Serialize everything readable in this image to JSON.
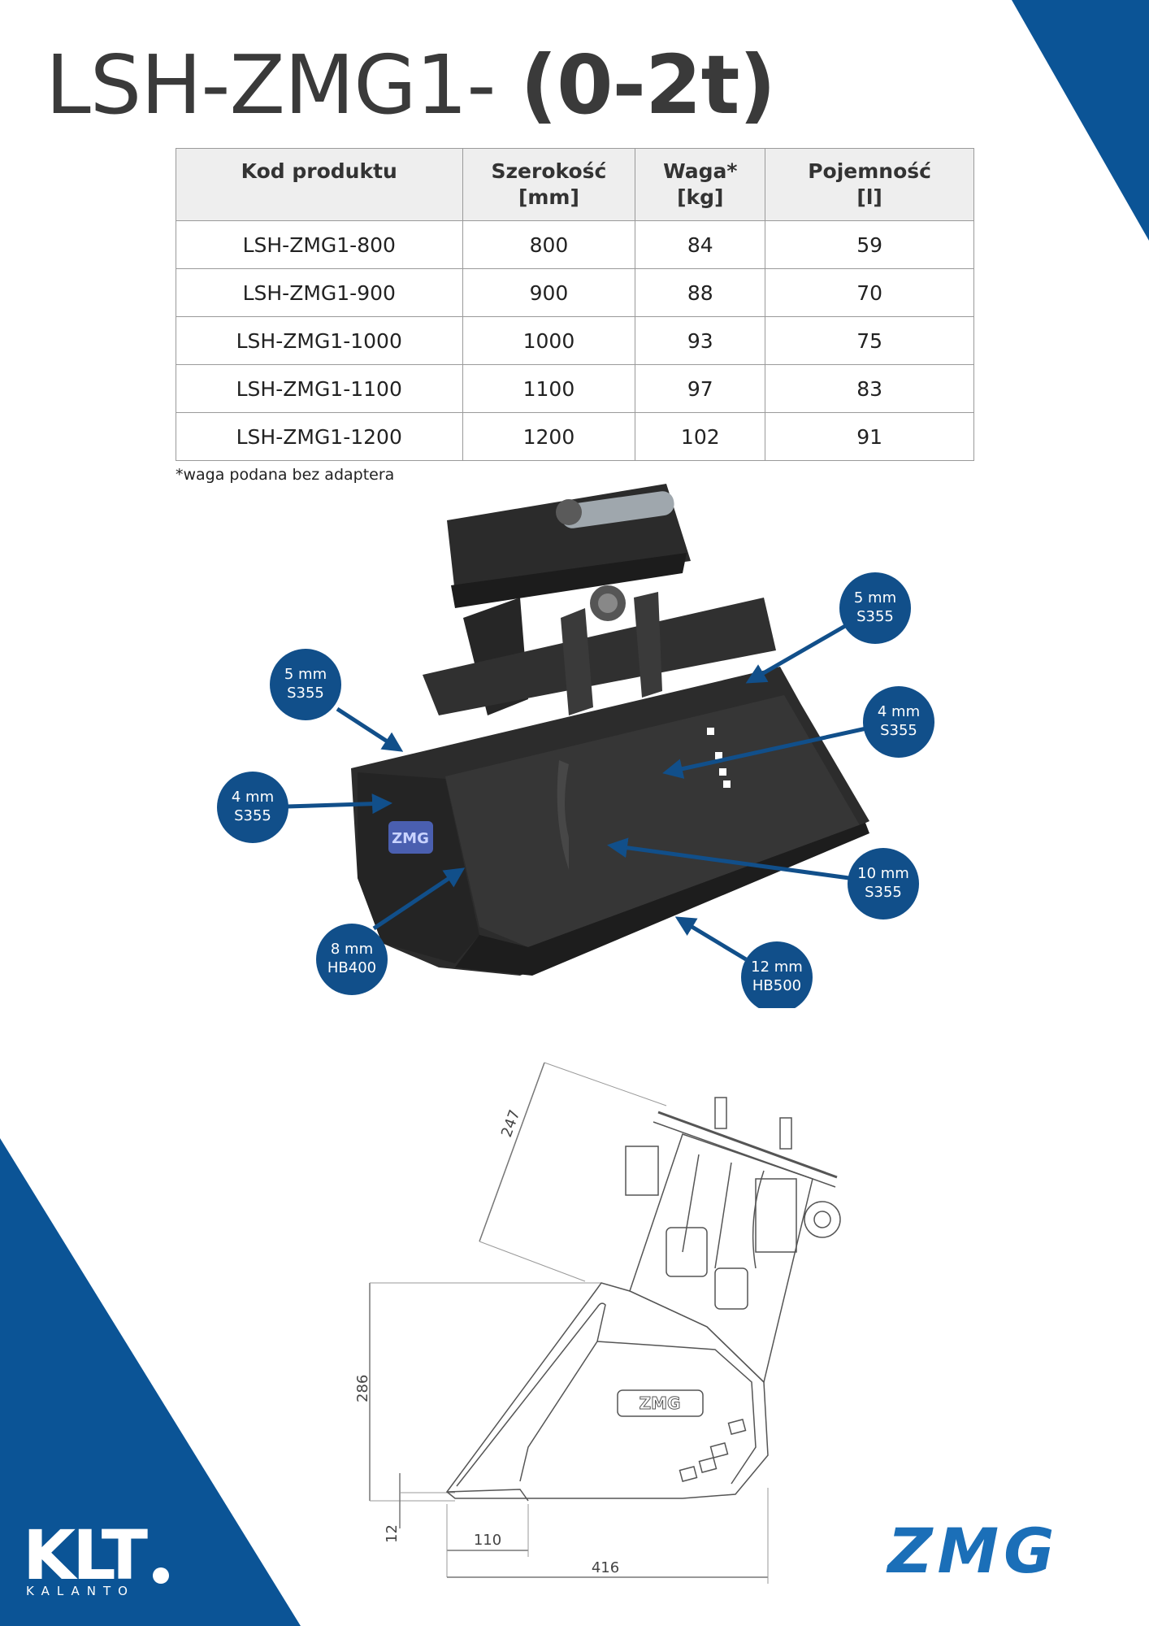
{
  "title": {
    "part1": "LSH-ZMG1- ",
    "part2": "(0-2t)"
  },
  "table": {
    "headers": [
      {
        "line1": "Kod produktu",
        "line2": ""
      },
      {
        "line1": "Szerokość",
        "line2": "[mm]"
      },
      {
        "line1": "Waga*",
        "line2": "[kg]"
      },
      {
        "line1": "Pojemność",
        "line2": "[l]"
      }
    ],
    "rows": [
      [
        "LSH-ZMG1-800",
        "800",
        "84",
        "59"
      ],
      [
        "LSH-ZMG1-900",
        "900",
        "88",
        "70"
      ],
      [
        "LSH-ZMG1-1000",
        "1000",
        "93",
        "75"
      ],
      [
        "LSH-ZMG1-1100",
        "1100",
        "97",
        "83"
      ],
      [
        "LSH-ZMG1-1200",
        "1200",
        "102",
        "91"
      ]
    ]
  },
  "footnote": "*waga podana bez adaptera",
  "callouts": [
    {
      "thickness": "5 mm",
      "grade": "S355"
    },
    {
      "thickness": "5 mm",
      "grade": "S355"
    },
    {
      "thickness": "4 mm",
      "grade": "S355"
    },
    {
      "thickness": "4 mm",
      "grade": "S355"
    },
    {
      "thickness": "10 mm",
      "grade": "S355"
    },
    {
      "thickness": "8 mm",
      "grade": "HB400"
    },
    {
      "thickness": "12 mm",
      "grade": "HB500"
    }
  ],
  "dimensions": {
    "d247": "247",
    "d286": "286",
    "d12": "12",
    "d110": "110",
    "d416": "416"
  },
  "bucket_logo_text": "ZMG",
  "logos": {
    "klt": "KLT",
    "klt_sub": "KALANTO",
    "zmg": "ZMG"
  },
  "colors": {
    "brand_blue": "#0b5496",
    "callout_blue": "#114f8a",
    "text_dark": "#3a3a3a"
  }
}
